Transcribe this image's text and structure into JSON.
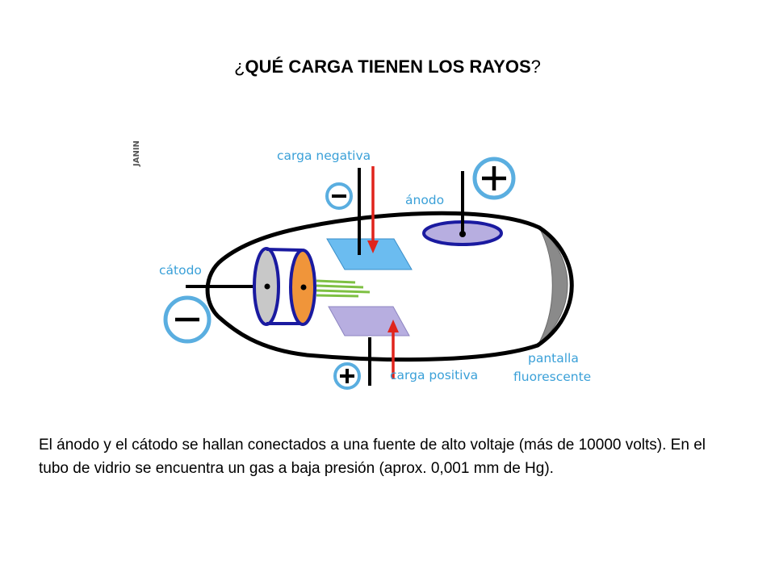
{
  "title": {
    "prefix": "¿",
    "main": "QUÉ CARGA TIENEN LOS RAYOS",
    "suffix": "?"
  },
  "diagram": {
    "signature": "JANIN",
    "labels": {
      "carga_negativa": "carga negativa",
      "anodo": "ánodo",
      "catodo": "cátodo",
      "carga_positiva": "carga positiva",
      "pantalla_line1": "pantalla",
      "pantalla_line2": "fluorescente"
    },
    "colors": {
      "label_text": "#3aa0d8",
      "sign_circle": "#5aaee0",
      "tube_outline": "#000000",
      "cathode_disc": "#c8c8c8",
      "cathode_rim": "#1a1aa0",
      "orange_disc": "#f0953a",
      "ray_green": "#7ec043",
      "negative_plate": "#6bbcf0",
      "positive_plate": "#b7aee0",
      "arrow_red": "#e0241c",
      "anode_disc": "#b7aee0",
      "screen_gray": "#8a8a8a"
    }
  },
  "caption": "El ánodo y el cátodo se hallan conectados a una fuente de alto voltaje (más de 10000 volts). En el tubo de vidrio se encuentra un gas a baja presión (aprox. 0,001 mm de Hg)."
}
